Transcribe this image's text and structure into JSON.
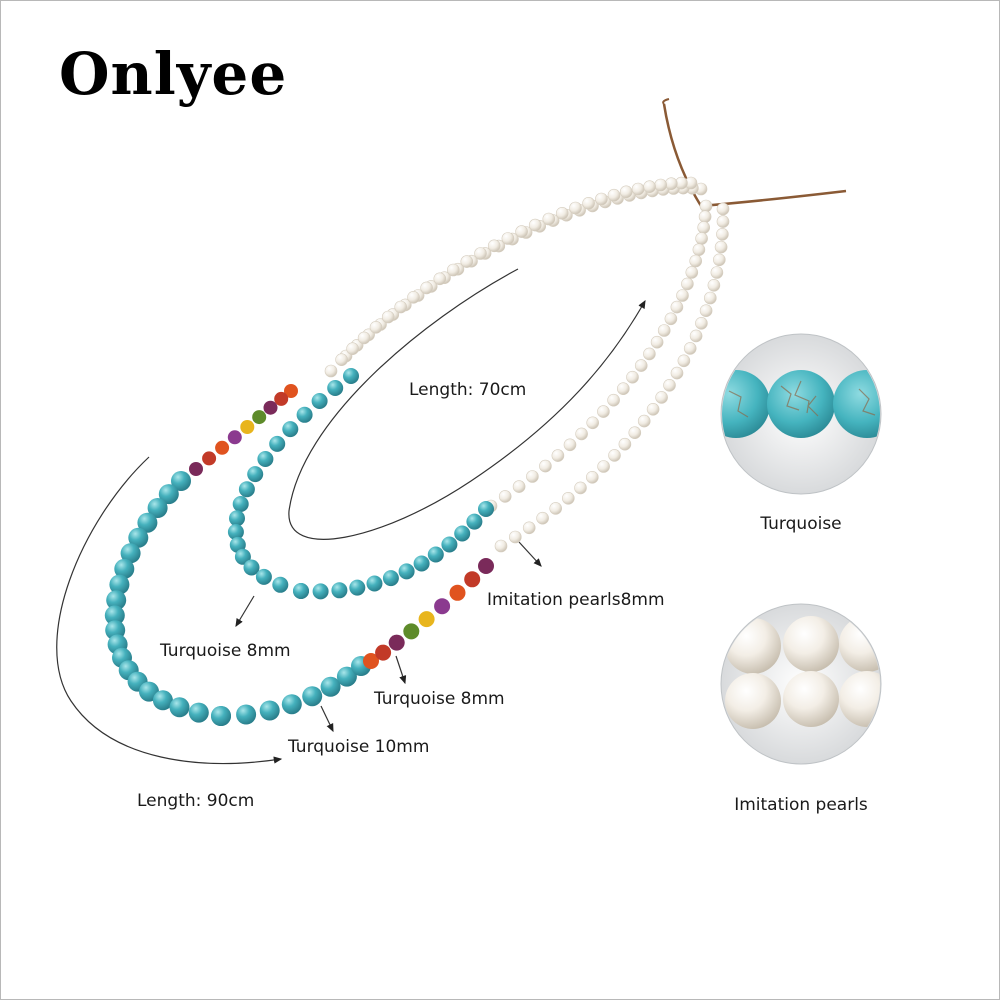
{
  "brand": {
    "name": "Onlyee"
  },
  "labels": {
    "length_inner": "Length: 70cm",
    "length_outer": "Length: 90cm",
    "pearls": "Imitation pearls8mm",
    "turquoise_inner": "Turquoise 8mm",
    "turquoise_mid": "Turquoise 8mm",
    "turquoise_outer": "Turquoise 10mm"
  },
  "swatches": [
    {
      "name": "Turquoise",
      "color": "#4ab4bd"
    },
    {
      "name": "Imitation pearls",
      "color": "#f4efe6"
    }
  ],
  "colors": {
    "turquoise": "#3fa9b6",
    "turquoise_light": "#7fd0d8",
    "pearl": "#f6f3ee",
    "pearl_shade": "#d9d2c6",
    "cord": "#8a5a35",
    "accent_beads": [
      "#e0531f",
      "#c23a28",
      "#7a2a5a",
      "#5e8b2a",
      "#e8b51d",
      "#8b3a8f"
    ]
  }
}
